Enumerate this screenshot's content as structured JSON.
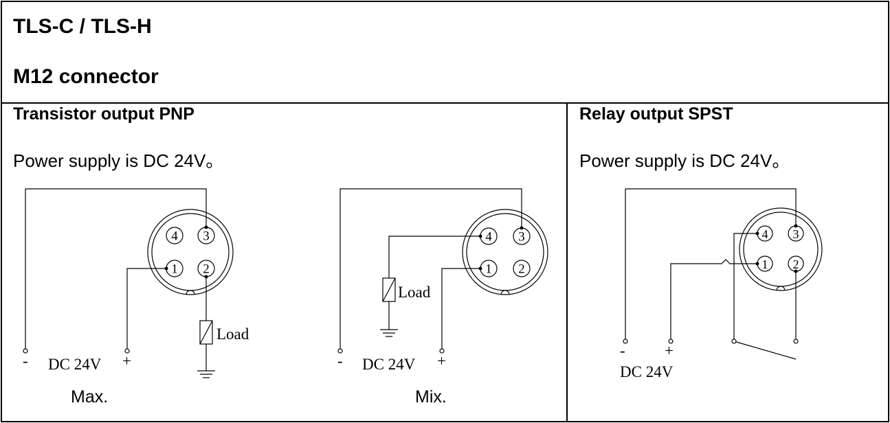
{
  "header": {
    "model": "TLS-C / TLS-H",
    "connector": "M12 connector"
  },
  "left_panel": {
    "title": "Transistor output PNP",
    "power": "Power supply is DC 24V。",
    "diagram_max": {
      "pins": [
        "4",
        "3",
        "1",
        "2"
      ],
      "load": "Load",
      "minus": "-",
      "plus": "+",
      "supply": "DC 24V",
      "caption": "Max."
    },
    "diagram_mix": {
      "pins": [
        "4",
        "3",
        "1",
        "2"
      ],
      "load": "Load",
      "minus": "-",
      "plus": "+",
      "supply": "DC 24V",
      "caption": "Mix."
    }
  },
  "right_panel": {
    "title": "Relay output SPST",
    "power": "Power supply is DC 24V。",
    "diagram": {
      "pins": [
        "4",
        "3",
        "1",
        "2"
      ],
      "minus": "-",
      "plus": "+",
      "supply": "DC 24V"
    }
  }
}
